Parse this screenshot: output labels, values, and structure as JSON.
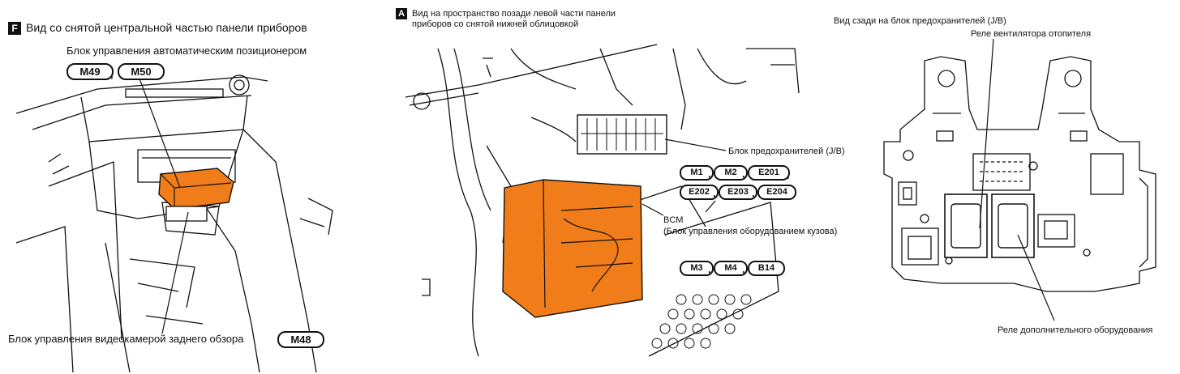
{
  "panel_f": {
    "badge": "F",
    "title": "Вид со снятой центральной частью панели приборов",
    "label_auto_positioner": "Блок управления автоматическим позиционером",
    "label_camera": "Блок управления видеокамерой заднего обзора",
    "connectors_positioner": [
      "M49",
      "M50"
    ],
    "connector_camera": "M48"
  },
  "panel_a": {
    "badge": "A",
    "title_line1": "Вид на пространство позади левой части панели",
    "title_line2": "приборов со снятой нижней облицовкой",
    "label_fuse_block": "Блок предохранителей (J/B)",
    "fuse_connectors_row1": [
      "M1",
      "M2",
      "E201"
    ],
    "fuse_connectors_row2": [
      "E202",
      "E203",
      "E204"
    ],
    "label_bcm": "BCM",
    "label_bcm_desc": "(Блок управления оборудованием кузова)",
    "bcm_connectors": [
      "M3",
      "M4",
      "B14"
    ]
  },
  "panel_jb": {
    "title": "Вид сзади на блок предохранителей (J/B)",
    "label_heater_relay": "Реле вентилятора отопителя",
    "label_accessory_relay": "Реле дополнительного оборудования"
  },
  "colors": {
    "highlight": "#f07d1a",
    "line": "#111111"
  }
}
